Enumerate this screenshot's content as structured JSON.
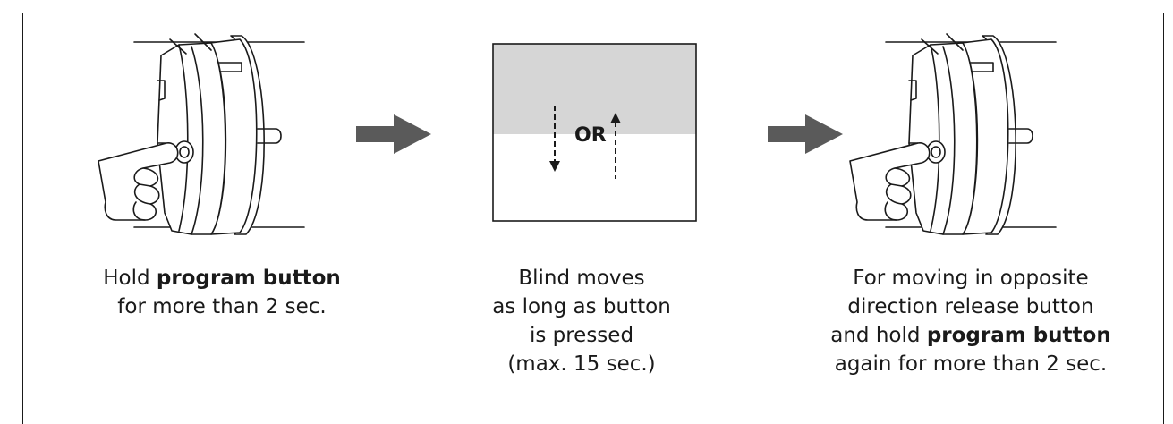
{
  "steps": [
    {
      "line1_pre": "Hold ",
      "line1_bold": "program button",
      "line2": "for more than 2 sec."
    },
    {
      "lines": [
        "Blind moves",
        "as long as button",
        "is pressed",
        "(max. 15 sec.)"
      ],
      "or_label": "OR"
    },
    {
      "line1": "For moving in opposite",
      "line2": "direction release button",
      "line3_pre": "and hold ",
      "line3_bold": "program button",
      "line4": "again for more than 2 sec."
    }
  ],
  "colors": {
    "arrow": "#5a5a5a",
    "blind_shade": "#d6d6d6",
    "line": "#1a1a1a"
  },
  "icons": [
    "motor-hand-icon",
    "right-arrow-icon",
    "blind-window-icon",
    "down-arrow-icon",
    "up-arrow-icon"
  ]
}
